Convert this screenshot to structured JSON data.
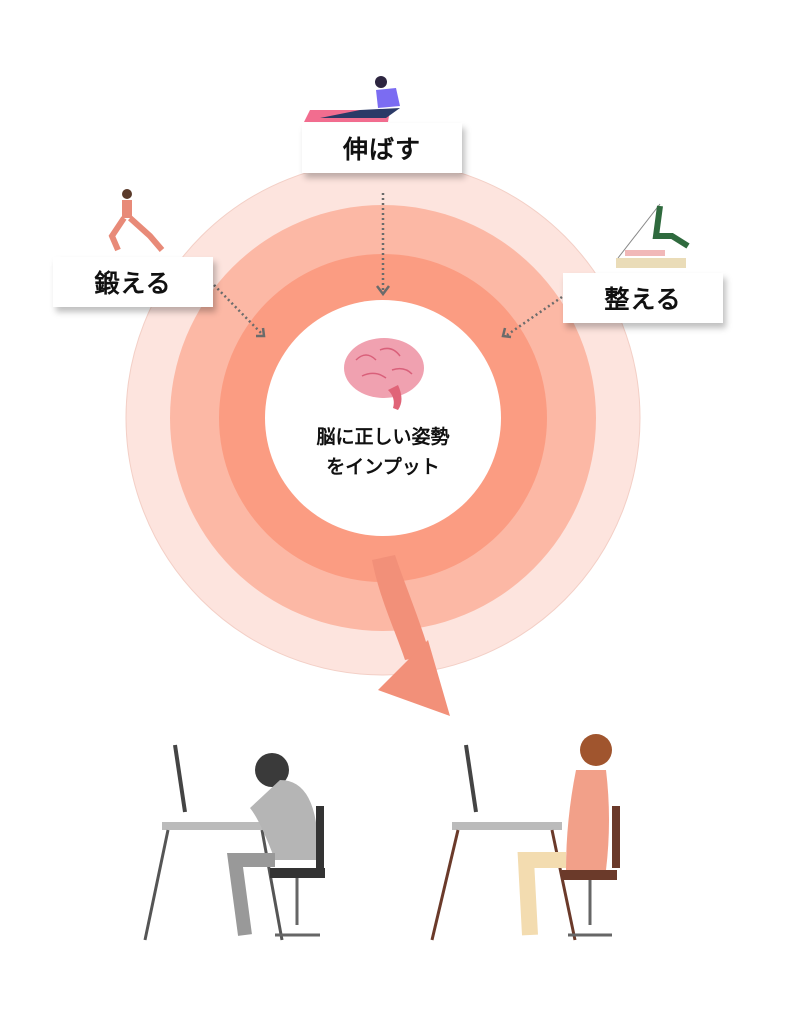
{
  "labels": {
    "stretch": "伸ばす",
    "strengthen": "鍛える",
    "align": "整える"
  },
  "center": {
    "line1": "脳に正しい姿勢",
    "line2": "をインプット"
  },
  "colors": {
    "ring_outer": "#fde4de",
    "ring_middle": "#fcb8a5",
    "ring_inner": "#fb9c82",
    "arrow": "#f29079",
    "dotted_arrow": "#6b6b6b",
    "brain": "#f0a1b0"
  }
}
